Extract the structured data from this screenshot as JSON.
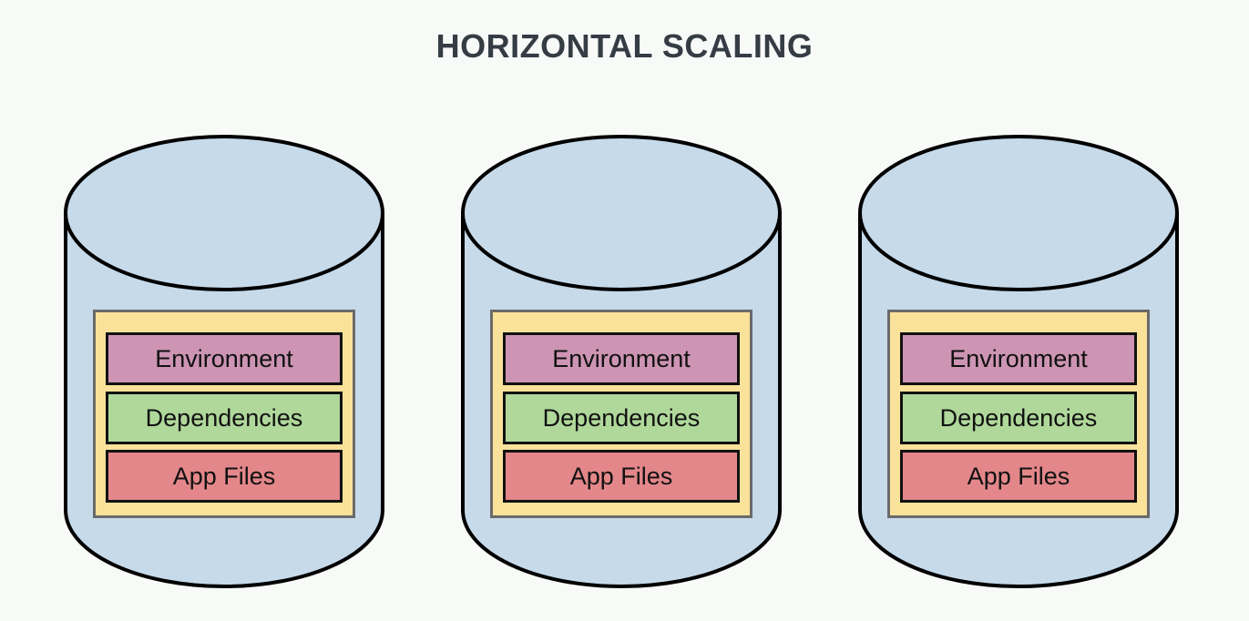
{
  "title": "HORIZONTAL SCALING",
  "colors": {
    "cylinder_fill": "#c6daea",
    "container_fill": "#fbe29a",
    "environment": "#cd95b3",
    "dependencies": "#b0d89b",
    "app_files": "#e3878a"
  },
  "servers": [
    {
      "icon": "cylinder-icon",
      "layers": {
        "environment": "Environment",
        "dependencies": "Dependencies",
        "app_files": "App Files"
      }
    },
    {
      "icon": "cylinder-icon",
      "layers": {
        "environment": "Environment",
        "dependencies": "Dependencies",
        "app_files": "App Files"
      }
    },
    {
      "icon": "cylinder-icon",
      "layers": {
        "environment": "Environment",
        "dependencies": "Dependencies",
        "app_files": "App Files"
      }
    }
  ]
}
